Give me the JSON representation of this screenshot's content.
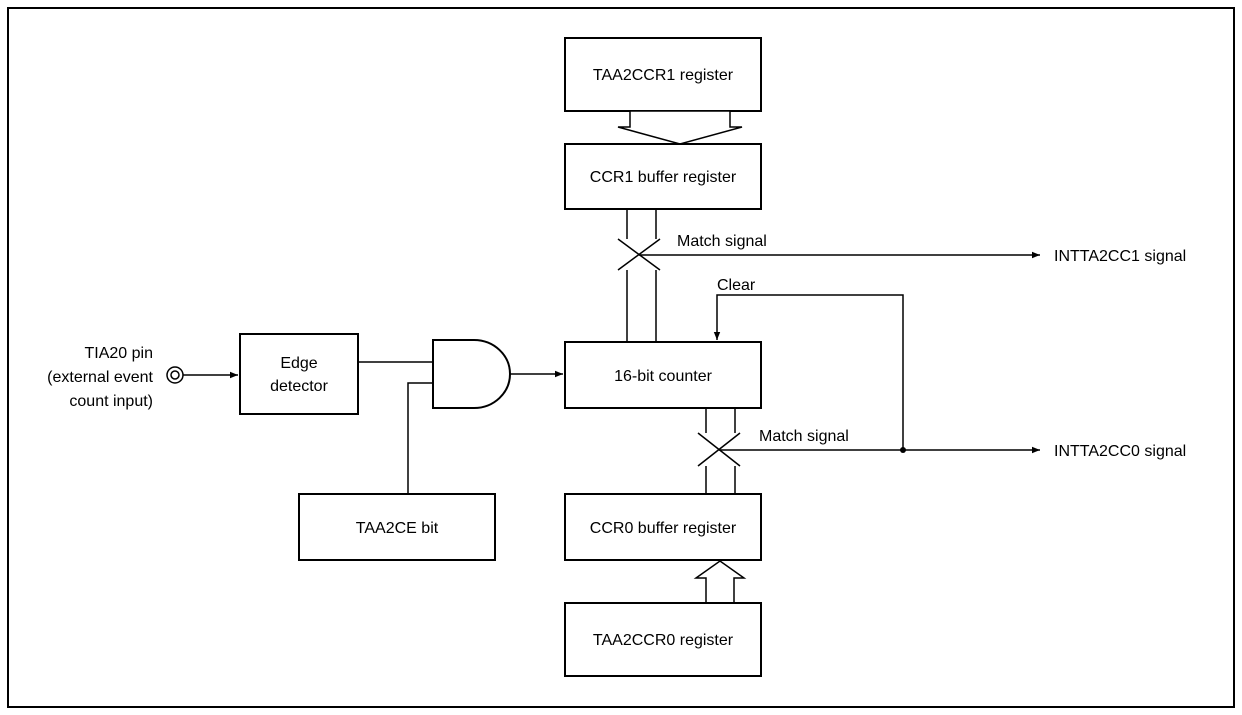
{
  "blocks": {
    "taa2ccr1_register": "TAA2CCR1 register",
    "ccr1_buffer_register": "CCR1 buffer register",
    "counter": "16-bit counter",
    "ccr0_buffer_register": "CCR0 buffer register",
    "taa2ccr0_register": "TAA2CCR0 register",
    "edge_detector": [
      "Edge",
      "detector"
    ],
    "taa2ce_bit": "TAA2CE bit"
  },
  "input": {
    "lines": [
      "TIA20 pin",
      "(external event",
      "count input)"
    ]
  },
  "labels": {
    "match_signal_upper": "Match signal",
    "match_signal_lower": "Match signal",
    "clear": "Clear"
  },
  "outputs": {
    "inttacc1": "INTTA2CC1 signal",
    "inttacc0": "INTTA2CC0 signal"
  }
}
